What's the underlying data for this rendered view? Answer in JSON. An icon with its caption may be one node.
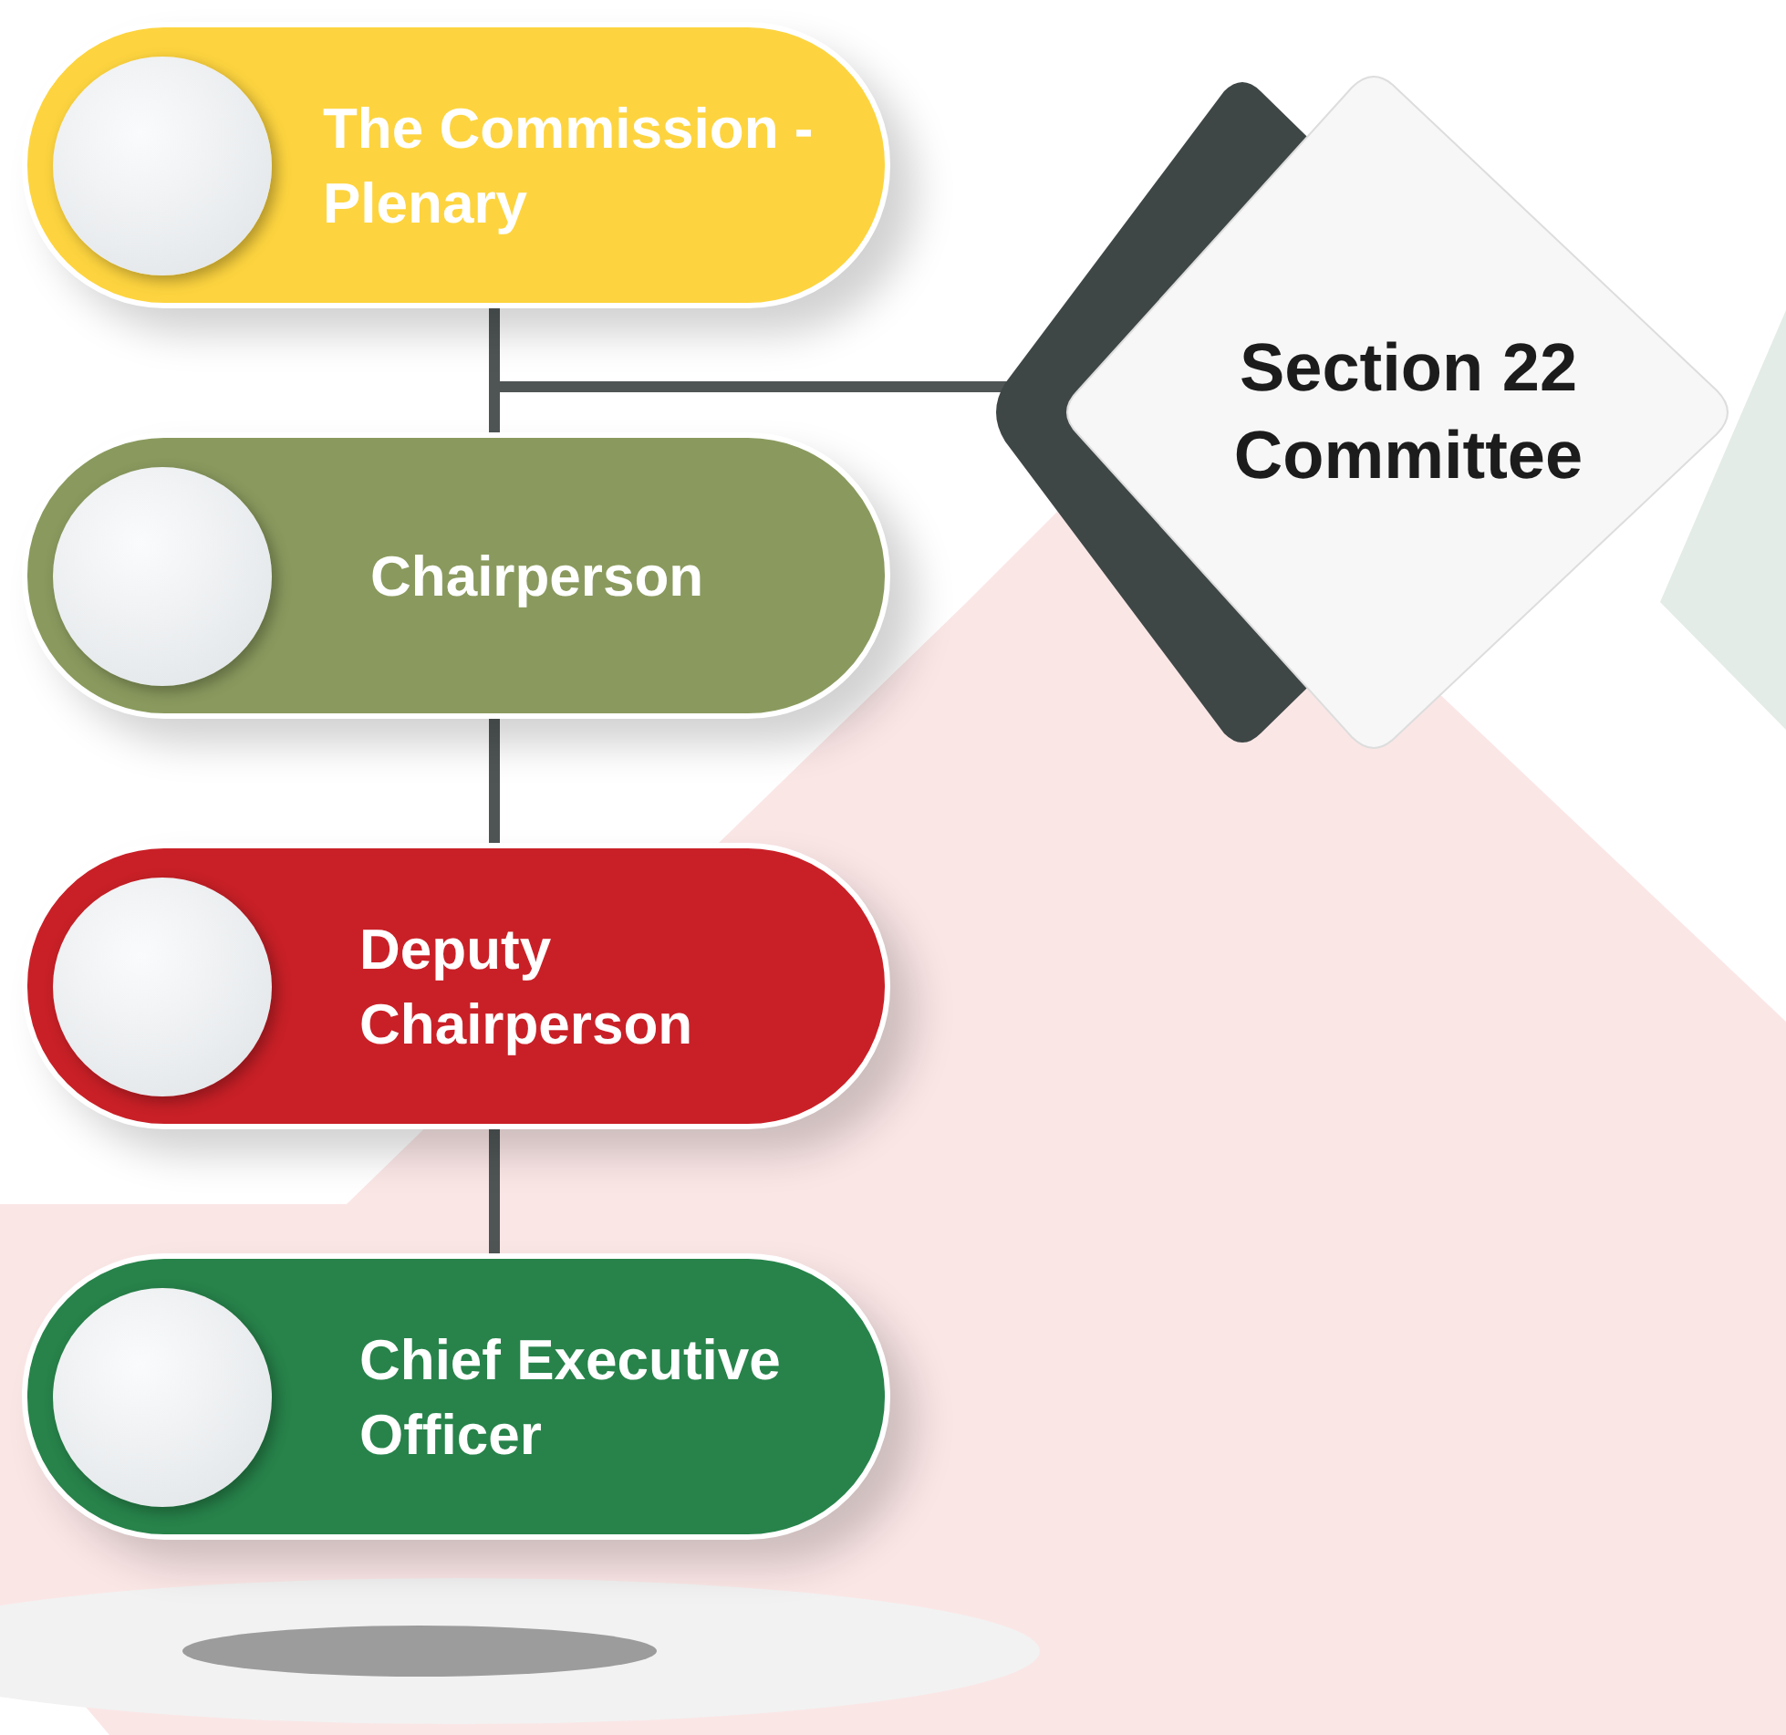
{
  "diagram": {
    "nodes": [
      {
        "text": [
          "The Commission - Plenary"
        ]
      },
      {
        "text": [
          "Chairperson"
        ]
      },
      {
        "text": [
          "Deputy Chairperson"
        ]
      },
      {
        "text": [
          "Chief Executive Officer"
        ]
      },
      {
        "text": [
          "Section 22 Committee"
        ]
      }
    ],
    "edges": [
      {
        "from": 0,
        "to": 1,
        "arrow": "none"
      },
      {
        "from": 0,
        "to": 4,
        "arrow": "none"
      },
      {
        "from": 1,
        "to": 2,
        "arrow": "none"
      },
      {
        "from": 2,
        "to": 3,
        "arrow": "none"
      }
    ]
  }
}
